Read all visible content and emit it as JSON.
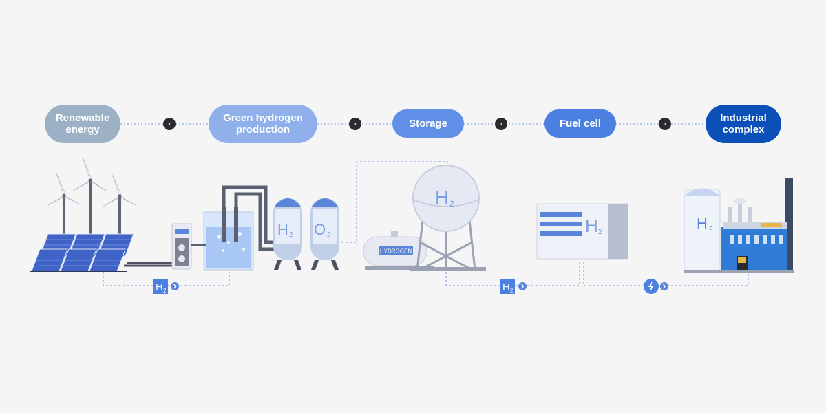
{
  "steps": [
    {
      "label": "Renewable\nenergy",
      "color": "#9db1c6"
    },
    {
      "label": "Green hydrogen\nproduction",
      "color": "#8fb0ea"
    },
    {
      "label": "Storage",
      "color": "#5f8fe6"
    },
    {
      "label": "Fuel cell",
      "color": "#4b7fe0"
    },
    {
      "label": "Industrial\ncomplex",
      "color": "#0b4fb8"
    }
  ],
  "arrow_glyph": "›",
  "labels": {
    "tank_h": "H",
    "tank_h_sub": "2",
    "tank_o": "O",
    "tank_o_sub": "2",
    "sphere_h": "H",
    "sphere_h_sub": "2",
    "trailer": "HYDROGEN",
    "fuelcell_h": "H",
    "fuelcell_h_sub": "2",
    "silo_h": "H",
    "silo_h_sub": "2",
    "badge1_h": "H",
    "badge1_sub": "2",
    "badge2_h": "H",
    "badge2_sub": "2"
  },
  "icons": {
    "step_arrow": "chevron-right-icon",
    "power_badge": "lightning-icon"
  }
}
